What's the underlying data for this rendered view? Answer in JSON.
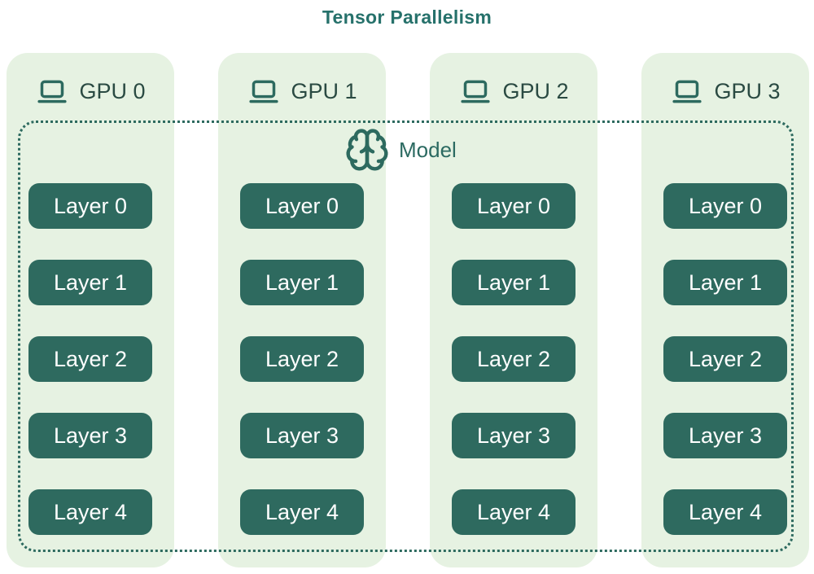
{
  "title": "Tensor Parallelism",
  "model": {
    "label": "Model"
  },
  "colors": {
    "accent_teal": "#26716b",
    "column_bg": "#e6f2e2",
    "layer_bg": "#2e6a5f",
    "gpu_text": "#2a4a42",
    "layer_text": "#ffffff",
    "dotted_border": "#2d6a5f"
  },
  "icons": {
    "gpu": "laptop-icon",
    "model": "brain-icon"
  },
  "columns": [
    {
      "label": "GPU 0",
      "layers": [
        "Layer 0",
        "Layer 1",
        "Layer 2",
        "Layer 3",
        "Layer 4"
      ]
    },
    {
      "label": "GPU 1",
      "layers": [
        "Layer 0",
        "Layer 1",
        "Layer 2",
        "Layer 3",
        "Layer 4"
      ]
    },
    {
      "label": "GPU 2",
      "layers": [
        "Layer 0",
        "Layer 1",
        "Layer 2",
        "Layer 3",
        "Layer 4"
      ]
    },
    {
      "label": "GPU 3",
      "layers": [
        "Layer 0",
        "Layer 1",
        "Layer 2",
        "Layer 3",
        "Layer 4"
      ]
    }
  ]
}
